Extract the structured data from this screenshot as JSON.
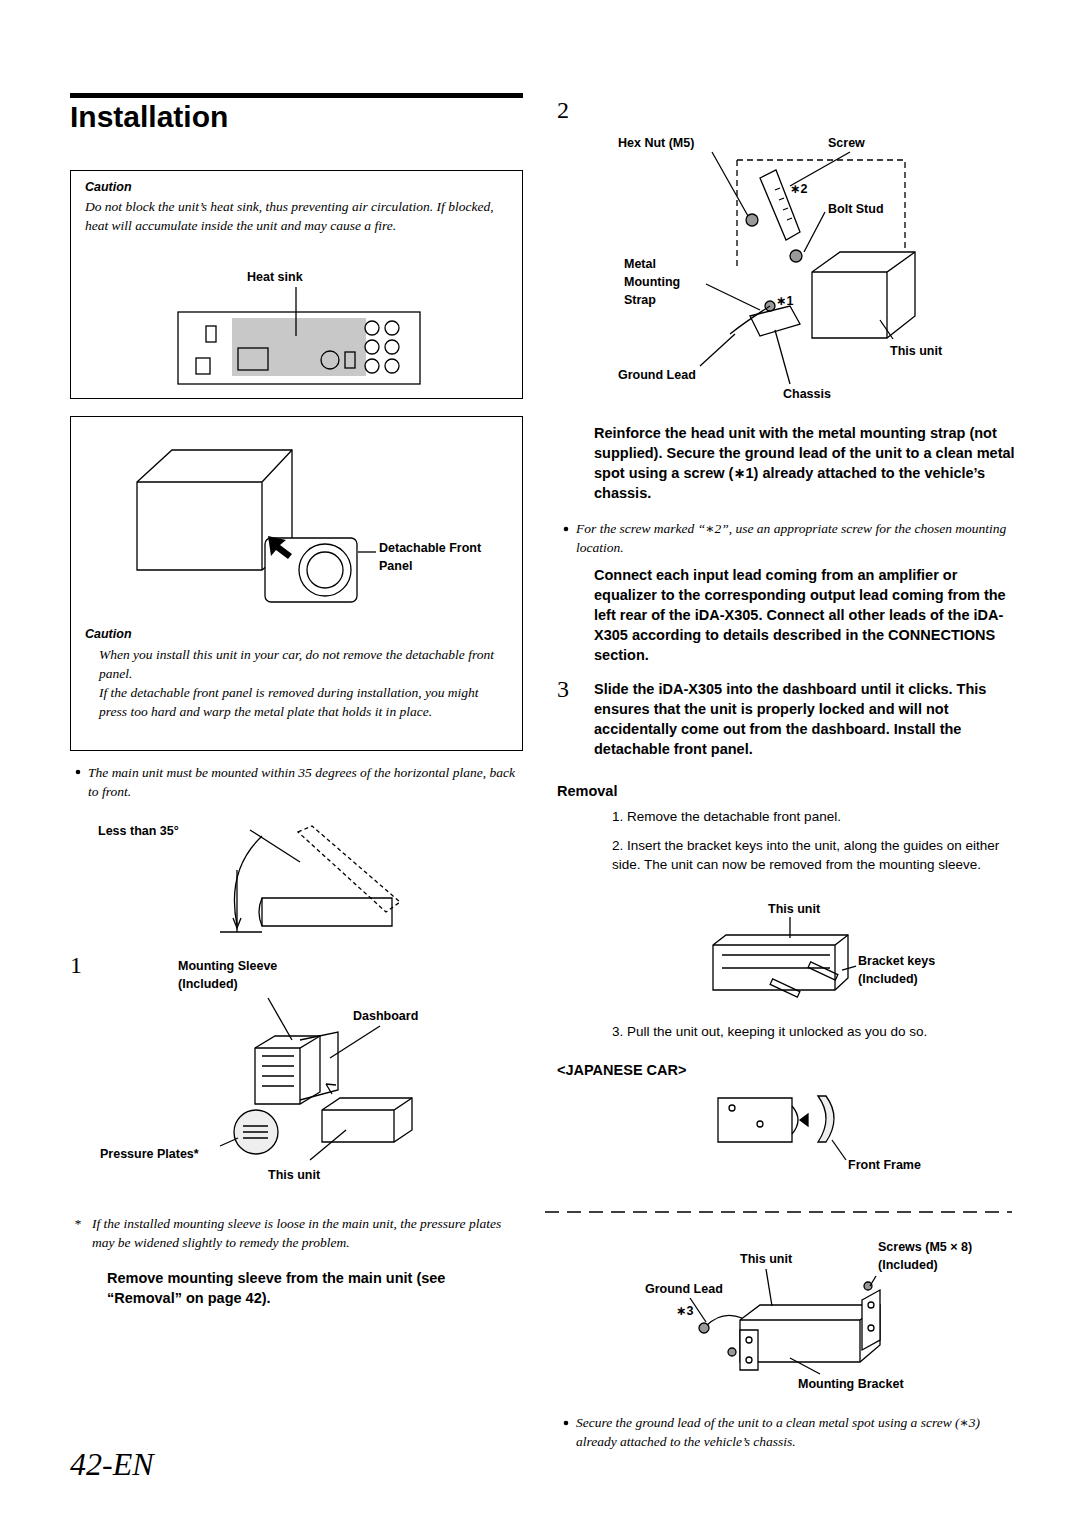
{
  "diagram": {
    "title": "Installation",
    "nodes": [
      {
        "text": [
          "Caution",
          "Do not block the unit’s heat sink, thus preventing air circulation. If blocked, heat will accumulate inside the unit and may cause a fire.",
          "Heat sink"
        ]
      },
      {
        "text": [
          "Detachable Front Panel",
          "Caution",
          "When you install this unit in your car, do not remove the detachable front panel.",
          "If the detachable front panel is removed during installation, you might press too hard and warp the metal plate that holds it in place."
        ]
      }
    ],
    "labels": [
      "The main unit must be mounted within 35 degrees of the horizontal plane, back to front.",
      "Less than 35°",
      "1",
      "Mounting Sleeve (Included)",
      "Dashboard",
      "Pressure Plates*",
      "This unit",
      "*",
      "If the installed mounting sleeve is loose in the main unit, the pressure plates may be widened slightly to remedy the problem.",
      "Remove mounting sleeve from the main unit (see “Removal” on page 42).",
      "42-EN",
      "2",
      "Hex Nut (M5)",
      "Screw",
      "∗2",
      "Bolt Stud",
      "Metal Mounting Strap",
      "∗1",
      "This unit",
      "Ground Lead",
      "Chassis",
      "Reinforce the head unit with the metal mounting strap (not supplied). Secure the ground lead of the unit to a clean metal spot using a screw (∗1) already attached to the vehicle’s chassis.",
      "For the screw marked “∗2”, use an appropriate screw for the chosen mounting location.",
      "Connect each input lead coming from an amplifier or equalizer to the corresponding output lead coming from the left rear of the iDA-X305. Connect all other leads of the iDA-X305 according to details described in the CONNECTIONS section.",
      "3",
      "Slide the iDA-X305 into the dashboard until it clicks. This ensures that the unit is properly locked and will not accidentally come out from the dashboard. Install the detachable front panel.",
      "Removal",
      "1. Remove the detachable front panel.",
      "2. Insert the bracket keys into the unit, along the guides on either side. The unit can now be removed from the mounting sleeve.",
      "This unit",
      "Bracket keys (Included)",
      "3. Pull the unit out, keeping it unlocked as you do so.",
      "<JAPANESE CAR>",
      "Front Frame",
      "This unit",
      "Screws (M5 × 8) (Included)",
      "Ground Lead",
      "∗3",
      "Mounting Bracket",
      "Secure the ground lead of the unit to a clean metal spot using a screw (∗3) already attached to the vehicle’s chassis."
    ]
  }
}
